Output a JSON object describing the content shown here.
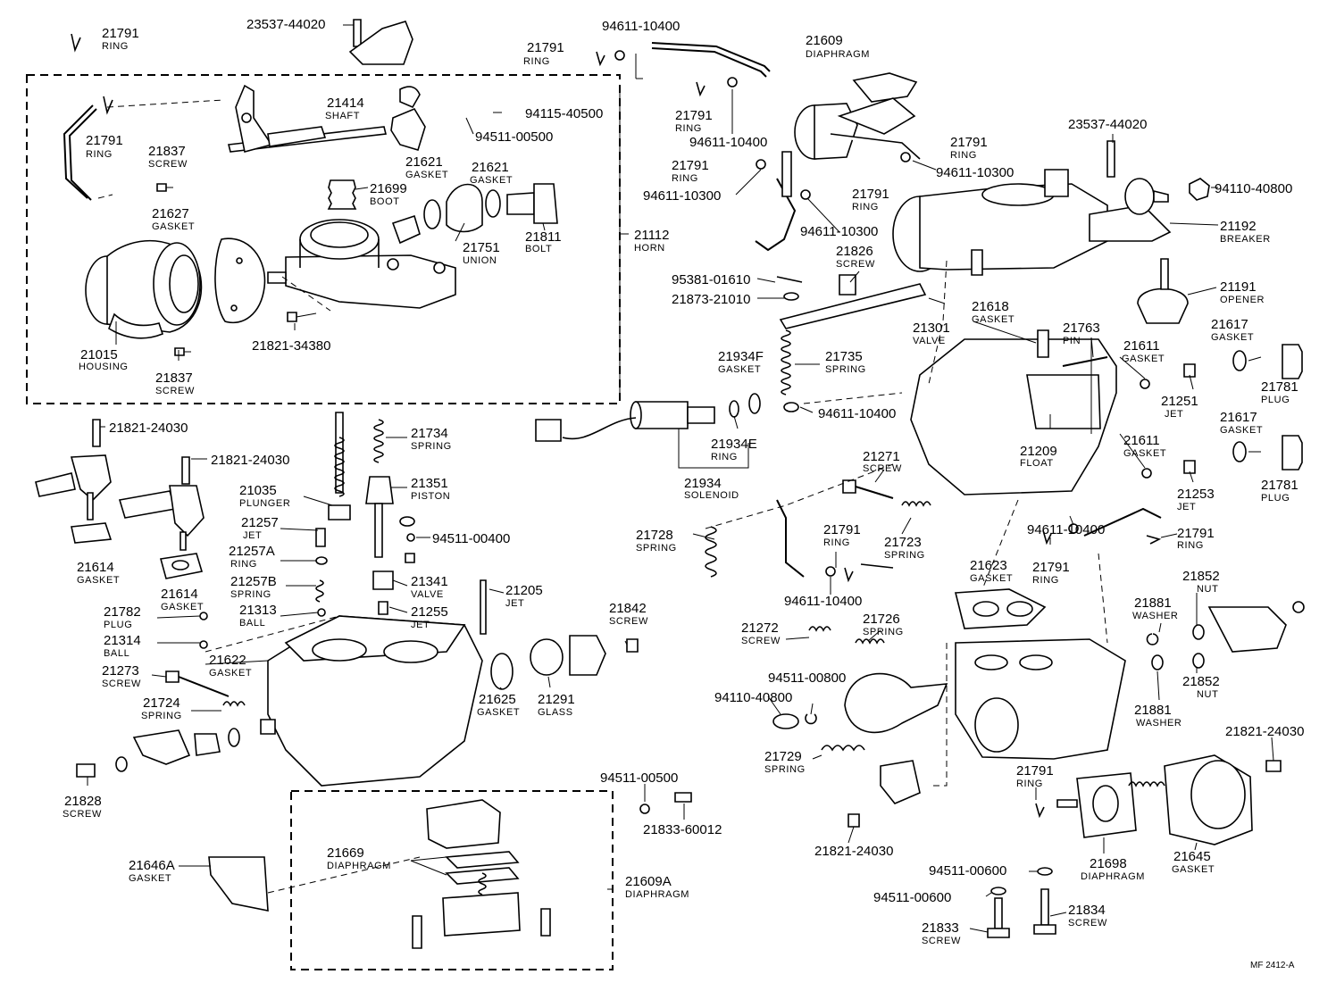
{
  "parts": {
    "p21791_a": {
      "no": "21791",
      "name": "RING"
    },
    "p23537_a": {
      "no": "23537-44020",
      "name": ""
    },
    "p94611_a": {
      "no": "94611-10400",
      "name": ""
    },
    "p21791_b": {
      "no": "21791",
      "name": "RING"
    },
    "p21609": {
      "no": "21609",
      "name": "DIAPHRAGM"
    },
    "p21414": {
      "no": "21414",
      "name": "SHAFT"
    },
    "p94115": {
      "no": "94115-40500",
      "name": ""
    },
    "p94511_a": {
      "no": "94511-00500",
      "name": ""
    },
    "p21791_c": {
      "no": "21791",
      "name": "RING"
    },
    "p21837_a": {
      "no": "21837",
      "name": "SCREW"
    },
    "p21621_a": {
      "no": "21621",
      "name": "GASKET"
    },
    "p21621_b": {
      "no": "21621",
      "name": "GASKET"
    },
    "p21699": {
      "no": "21699",
      "name": "BOOT"
    },
    "p21627": {
      "no": "21627",
      "name": "GASKET"
    },
    "p21751": {
      "no": "21751",
      "name": "UNION"
    },
    "p21811": {
      "no": "21811",
      "name": "BOLT"
    },
    "p21112": {
      "no": "21112",
      "name": "HORN"
    },
    "p21015": {
      "no": "21015",
      "name": "HOUSING"
    },
    "p21821_a": {
      "no": "21821-34380",
      "name": ""
    },
    "p21837_b": {
      "no": "21837",
      "name": "SCREW"
    },
    "p21791_d": {
      "no": "21791",
      "name": "RING"
    },
    "p94611_b": {
      "no": "94611-10400",
      "name": ""
    },
    "p21791_e": {
      "no": "21791",
      "name": "RING"
    },
    "p94611_c": {
      "no": "94611-10300",
      "name": ""
    },
    "p21791_f": {
      "no": "21791",
      "name": "RING"
    },
    "p94611_d": {
      "no": "94611-10300",
      "name": ""
    },
    "p21791_g": {
      "no": "21791",
      "name": "RING"
    },
    "p94611_e": {
      "no": "94611-10300",
      "name": ""
    },
    "p23537_b": {
      "no": "23537-44020",
      "name": ""
    },
    "p94110_a": {
      "no": "94110-40800",
      "name": ""
    },
    "p21192": {
      "no": "21192",
      "name": "BREAKER"
    },
    "p21826": {
      "no": "21826",
      "name": "SCREW"
    },
    "p95381": {
      "no": "95381-01610",
      "name": ""
    },
    "p21873": {
      "no": "21873-21010",
      "name": ""
    },
    "p21191": {
      "no": "21191",
      "name": "OPENER"
    },
    "p21618": {
      "no": "21618",
      "name": "GASKET"
    },
    "p21763": {
      "no": "21763",
      "name": "PIN"
    },
    "p21301": {
      "no": "21301",
      "name": "VALVE"
    },
    "p21617_a": {
      "no": "21617",
      "name": "GASKET"
    },
    "p21611_a": {
      "no": "21611",
      "name": "GASKET"
    },
    "p21934f": {
      "no": "21934F",
      "name": "GASKET"
    },
    "p21735": {
      "no": "21735",
      "name": "SPRING"
    },
    "p21781_a": {
      "no": "21781",
      "name": "PLUG"
    },
    "p21251": {
      "no": "21251",
      "name": "JET"
    },
    "p94611_f": {
      "no": "94611-10400",
      "name": ""
    },
    "p21617_b": {
      "no": "21617",
      "name": "GASKET"
    },
    "p21934e": {
      "no": "21934E",
      "name": "RING"
    },
    "p21209": {
      "no": "21209",
      "name": "FLOAT"
    },
    "p21611_b": {
      "no": "21611",
      "name": "GASKET"
    },
    "p21934": {
      "no": "21934",
      "name": "SOLENOID"
    },
    "p21271": {
      "no": "21271",
      "name": "SCREW"
    },
    "p21781_b": {
      "no": "21781",
      "name": "PLUG"
    },
    "p21253": {
      "no": "21253",
      "name": "JET"
    },
    "p21821_b": {
      "no": "21821-24030",
      "name": ""
    },
    "p21821_c": {
      "no": "21821-24030",
      "name": ""
    },
    "p21734": {
      "no": "21734",
      "name": "SPRING"
    },
    "p21351": {
      "no": "21351",
      "name": "PISTON"
    },
    "p21035": {
      "no": "21035",
      "name": "PLUNGER"
    },
    "p21257": {
      "no": "21257",
      "name": "JET"
    },
    "p94511_b": {
      "no": "94511-00400",
      "name": ""
    },
    "p21257a": {
      "no": "21257A",
      "name": "RING"
    },
    "p21614_a": {
      "no": "21614",
      "name": "GASKET"
    },
    "p21614_b": {
      "no": "21614",
      "name": "GASKET"
    },
    "p21257b": {
      "no": "21257B",
      "name": "SPRING"
    },
    "p21341": {
      "no": "21341",
      "name": "VALVE"
    },
    "p21205": {
      "no": "21205",
      "name": "JET"
    },
    "p21313": {
      "no": "21313",
      "name": "BALL"
    },
    "p21255": {
      "no": "21255",
      "name": "JET"
    },
    "p21782": {
      "no": "21782",
      "name": "PLUG"
    },
    "p21842": {
      "no": "21842",
      "name": "SCREW"
    },
    "p21314": {
      "no": "21314",
      "name": "BALL"
    },
    "p21622": {
      "no": "21622",
      "name": "GASKET"
    },
    "p21273": {
      "no": "21273",
      "name": "SCREW"
    },
    "p21724": {
      "no": "21724",
      "name": "SPRING"
    },
    "p21625": {
      "no": "21625",
      "name": "GASKET"
    },
    "p21291": {
      "no": "21291",
      "name": "GLASS"
    },
    "p21728": {
      "no": "21728",
      "name": "SPRING"
    },
    "p21791_h": {
      "no": "21791",
      "name": "RING"
    },
    "p21723": {
      "no": "21723",
      "name": "SPRING"
    },
    "p94611_g": {
      "no": "94611-10400",
      "name": ""
    },
    "p21791_i": {
      "no": "21791",
      "name": "RING"
    },
    "p21791_j": {
      "no": "21791",
      "name": "RING"
    },
    "p21623": {
      "no": "21623",
      "name": "GASKET"
    },
    "p21852_a": {
      "no": "21852",
      "name": "NUT"
    },
    "p21881_a": {
      "no": "21881",
      "name": "WASHER"
    },
    "p94611_h": {
      "no": "94611-10400",
      "name": ""
    },
    "p21272": {
      "no": "21272",
      "name": "SCREW"
    },
    "p21726": {
      "no": "21726",
      "name": "SPRING"
    },
    "p94511_c": {
      "no": "94511-00800",
      "name": ""
    },
    "p94110_b": {
      "no": "94110-40800",
      "name": ""
    },
    "p21852_b": {
      "no": "21852",
      "name": "NUT"
    },
    "p21881_b": {
      "no": "21881",
      "name": "WASHER"
    },
    "p21821_d": {
      "no": "21821-24030",
      "name": ""
    },
    "p21828": {
      "no": "21828",
      "name": "SCREW"
    },
    "p21729": {
      "no": "21729",
      "name": "SPRING"
    },
    "p21791_k": {
      "no": "21791",
      "name": "RING"
    },
    "p94511_d": {
      "no": "94511-00500",
      "name": ""
    },
    "p21833_a": {
      "no": "21833-60012",
      "name": ""
    },
    "p21821_e": {
      "no": "21821-24030",
      "name": ""
    },
    "p21669": {
      "no": "21669",
      "name": "DIAPHRAGM"
    },
    "p21646a": {
      "no": "21646A",
      "name": "GASKET"
    },
    "p21609a": {
      "no": "21609A",
      "name": "DIAPHRAGM"
    },
    "p21698": {
      "no": "21698",
      "name": "DIAPHRAGM"
    },
    "p21645": {
      "no": "21645",
      "name": "GASKET"
    },
    "p94511_e": {
      "no": "94511-00600",
      "name": ""
    },
    "p94511_f": {
      "no": "94511-00600",
      "name": ""
    },
    "p21833_b": {
      "no": "21833",
      "name": "SCREW"
    },
    "p21834": {
      "no": "21834",
      "name": "SCREW"
    }
  },
  "figure_code": "MF 2412-A"
}
